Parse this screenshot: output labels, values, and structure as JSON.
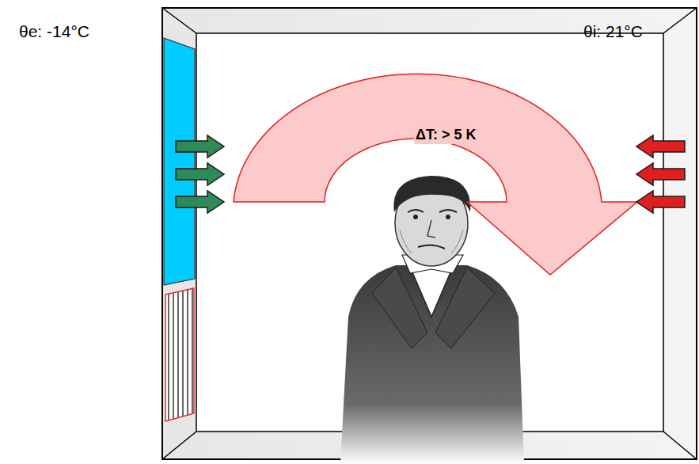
{
  "diagram": {
    "labels": [
      "θe: -14°C",
      "θi: 21°C",
      "ΔT: > 5 K"
    ]
  }
}
